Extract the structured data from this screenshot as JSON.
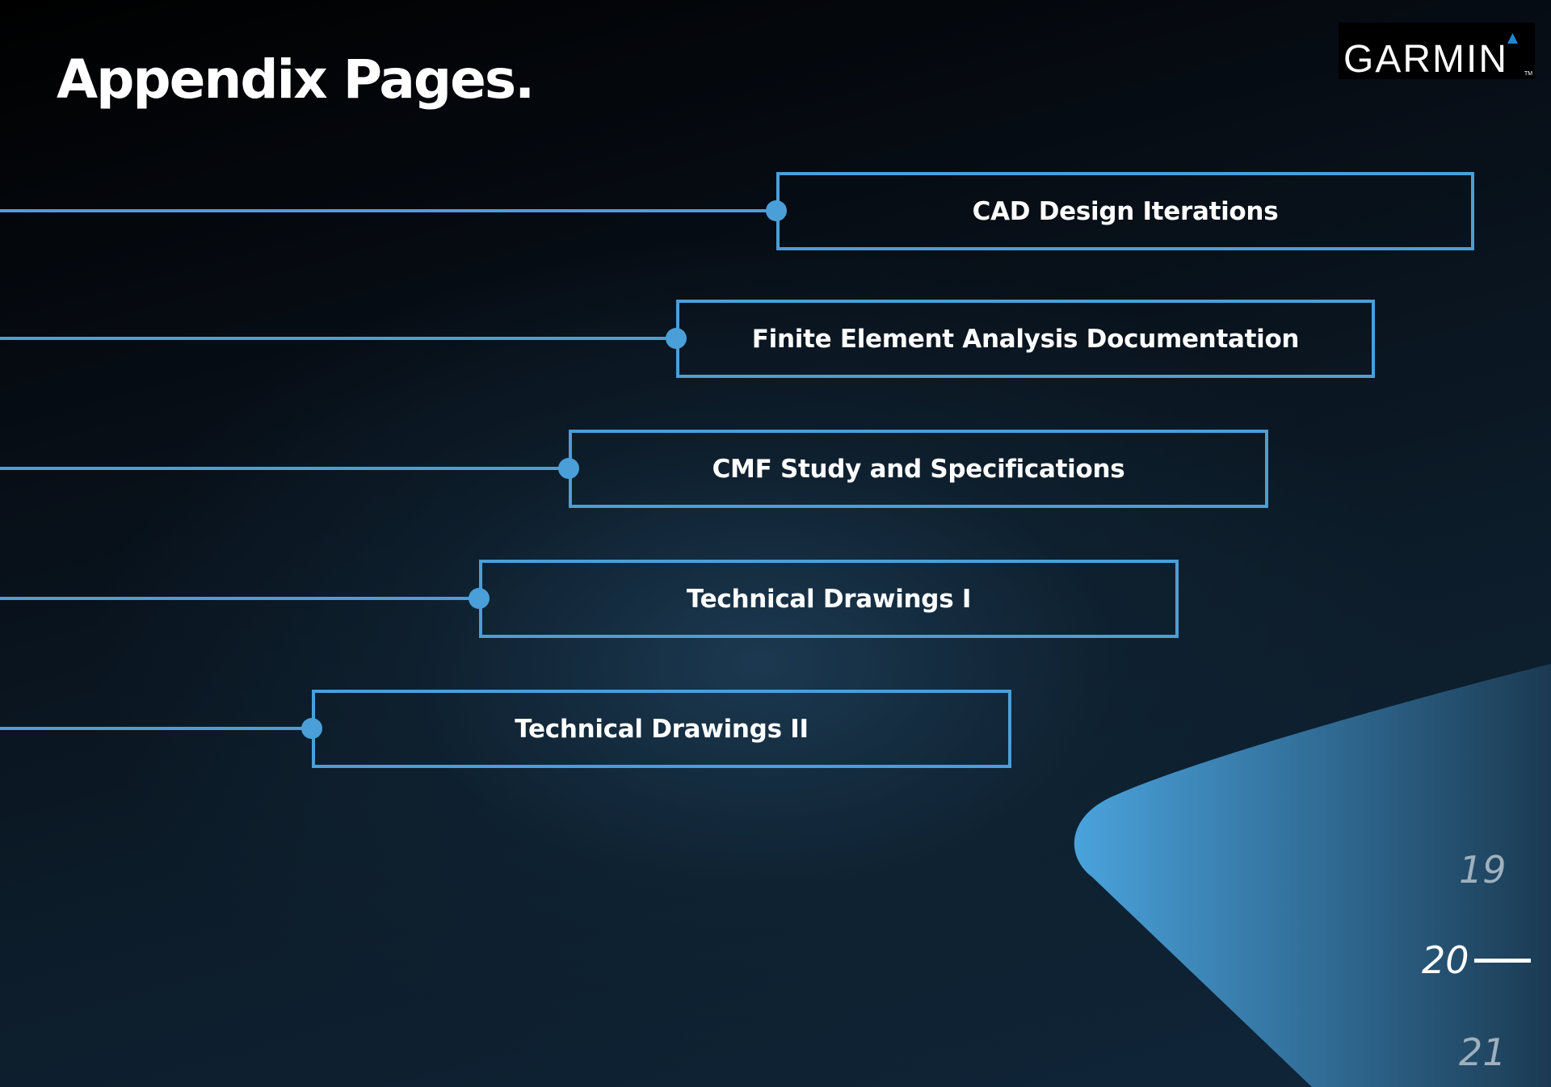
{
  "page": {
    "title": "Appendix Pages."
  },
  "brand": {
    "name": "GARMIN",
    "trademark": "TM",
    "accent_color": "#4a9fd8"
  },
  "appendix_links": [
    {
      "label": "CAD Design Iterations"
    },
    {
      "label": "Finite Element Analysis Documentation"
    },
    {
      "label": "CMF Study and Specifications"
    },
    {
      "label": "Technical Drawings I"
    },
    {
      "label": "Technical Drawings II"
    }
  ],
  "pagination": {
    "previous": "19",
    "current": "20",
    "next": "21"
  }
}
